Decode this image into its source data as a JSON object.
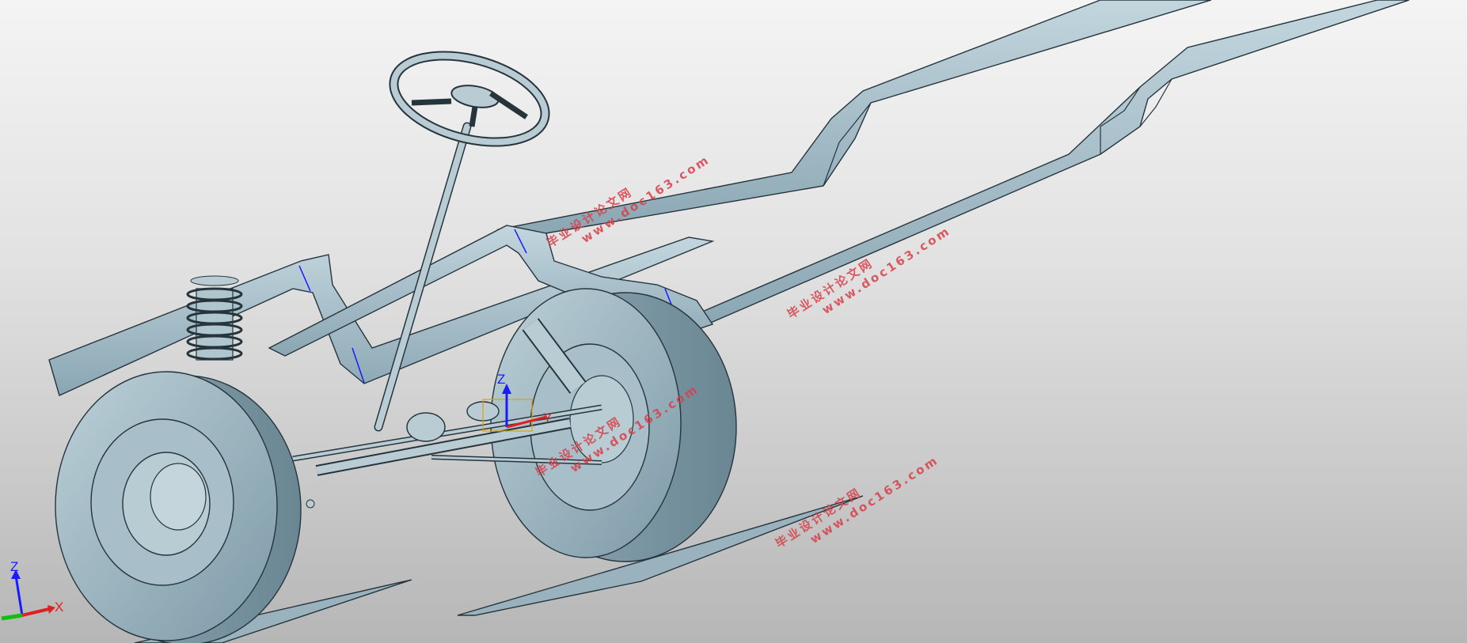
{
  "view": {
    "background_top": "#f4f4f4",
    "background_bottom": "#b6b6b6",
    "model_color": "#9fb8c4",
    "model_edge": "#2a3a44"
  },
  "triad": {
    "z": "Z",
    "x": "X",
    "colors": {
      "z": "#1a1aff",
      "x": "#e02020",
      "y": "#10c010"
    }
  },
  "csys": {
    "z": "Z",
    "y": "Y"
  },
  "watermarks": [
    {
      "cn": "毕业设计论文网",
      "url": "www.doc163.com"
    },
    {
      "cn": "毕业设计论文网",
      "url": "www.doc163.com"
    },
    {
      "cn": "毕业设计论文网",
      "url": "www.doc163.com"
    },
    {
      "cn": "毕业设计论文网",
      "url": "www.doc163.com"
    }
  ]
}
